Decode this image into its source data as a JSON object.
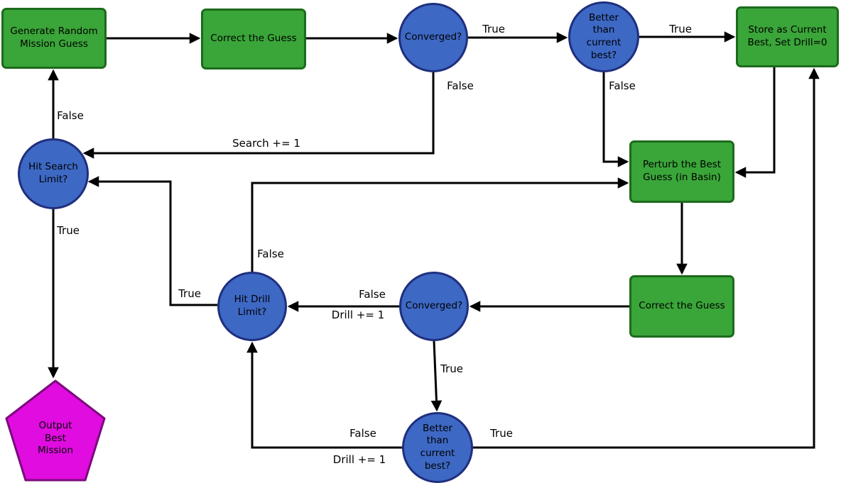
{
  "diagram": {
    "background": "#ffffff",
    "colors": {
      "process_fill": "#3aa539",
      "process_border": "#1c6b1c",
      "decision_fill": "#3d68c4",
      "decision_border": "#1f2f7d",
      "terminal_fill": "#e00ce0",
      "terminal_border": "#7c0a7c",
      "edge_line": "#000000",
      "text": "#000000"
    }
  },
  "nodes": {
    "generate": {
      "type": "process",
      "label": "Generate Random Mission Guess"
    },
    "correct1": {
      "type": "process",
      "label": "Correct the Guess"
    },
    "converged1": {
      "type": "decision",
      "label": "Converged?"
    },
    "better1": {
      "type": "decision",
      "label": "Better than current best?"
    },
    "store": {
      "type": "process",
      "label": "Store as Current Best, Set Drill=0"
    },
    "search_limit": {
      "type": "decision",
      "label": "Hit Search Limit?"
    },
    "perturb": {
      "type": "process",
      "label": "Perturb the Best Guess (in Basin)"
    },
    "correct2": {
      "type": "process",
      "label": "Correct the Guess"
    },
    "converged2": {
      "type": "decision",
      "label": "Converged?"
    },
    "drill_limit": {
      "type": "decision",
      "label": "Hit Drill Limit?"
    },
    "better2": {
      "type": "decision",
      "label": "Better than current best?"
    },
    "output": {
      "type": "terminal",
      "label": "Output Best Mission"
    }
  },
  "edge_labels": {
    "converged1_true": "True",
    "better1_true": "True",
    "converged1_false": "False",
    "search_increment": "Search += 1",
    "better1_false": "False",
    "drill_limit_false": "False",
    "drill_limit_true": "True",
    "converged2_false": "False",
    "converged2_drill_increment": "Drill += 1",
    "converged2_true": "True",
    "better2_false": "False",
    "better2_drill_increment": "Drill += 1",
    "better2_true": "True",
    "search_limit_true": "True",
    "search_limit_false": "False"
  }
}
